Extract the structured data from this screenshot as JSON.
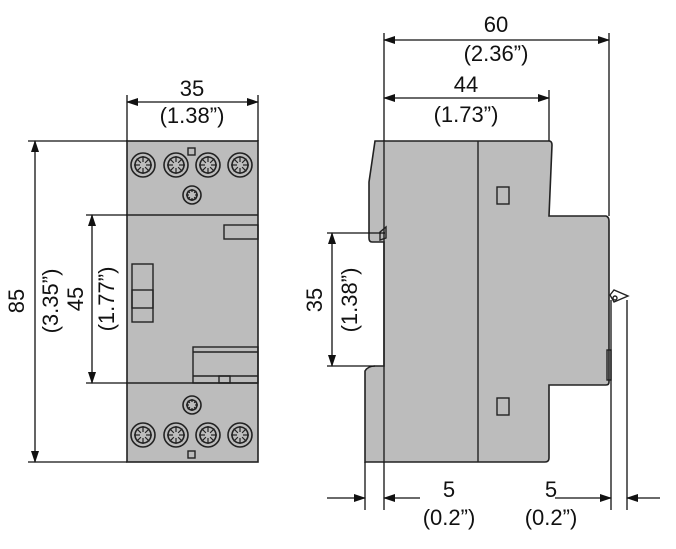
{
  "front_view": {
    "width_mm": "35",
    "width_in": "(1.38”)",
    "height_mm": "85",
    "height_in": "(3.35”)",
    "inner_height_mm": "45",
    "inner_height_in": "(1.77”)"
  },
  "side_view": {
    "depth_mm": "60",
    "depth_in": "(2.36”)",
    "front_depth_mm": "44",
    "front_depth_in": "(1.73”)",
    "rail_mm": "35",
    "rail_in": "(1.38”)",
    "clip_mm": "5",
    "clip_in": "(0.2”)",
    "rear_mm": "5",
    "rear_in": "(0.2”)"
  },
  "colors": {
    "body": "#bcbcbc",
    "line": "#111111"
  }
}
